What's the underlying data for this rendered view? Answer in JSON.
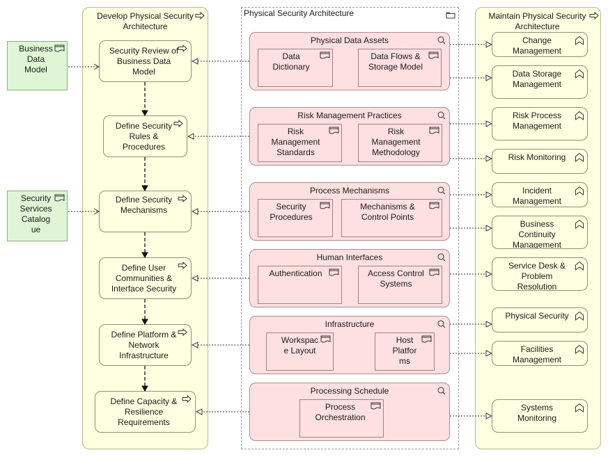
{
  "lanes": {
    "develop": {
      "title": "Develop Physical Security Architecture"
    },
    "maintain": {
      "title": "Maintain Physical Security Architecture"
    }
  },
  "group": {
    "title": "Physical Security Architecture"
  },
  "externals": {
    "business_data_model": "Business Data Model",
    "security_services_catalogue": "Security Services Catalog ue"
  },
  "processes": [
    {
      "id": "p1",
      "label": "Security Review of Business Data Model"
    },
    {
      "id": "p2",
      "label": "Define Security Rules & Procedures"
    },
    {
      "id": "p3",
      "label": "Define Security Mechanisms"
    },
    {
      "id": "p4",
      "label": "Define User Communities & Interface Security"
    },
    {
      "id": "p5",
      "label": "Define Platform & Network Infrastructure"
    },
    {
      "id": "p6",
      "label": "Define Capacity & Resilience Requirements"
    }
  ],
  "clusters": [
    {
      "id": "c1",
      "title": "Physical Data Assets",
      "items": [
        "Data Dictionary",
        "Data Flows & Storage Model"
      ]
    },
    {
      "id": "c2",
      "title": "Risk Management Practices",
      "items": [
        "Risk Management Standards",
        "Risk Management Methodology"
      ]
    },
    {
      "id": "c3",
      "title": "Process Mechanisms",
      "items": [
        "Security Procedures",
        "Mechanisms & Control Points"
      ]
    },
    {
      "id": "c4",
      "title": "Human Interfaces",
      "items": [
        "Authentication",
        "Access Control Systems"
      ]
    },
    {
      "id": "c5",
      "title": "Infrastructure",
      "items": [
        "Workspac e Layout",
        "Host Platfor ms"
      ]
    },
    {
      "id": "c6",
      "title": "Processing Schedule",
      "items": [
        "Process Orchestration"
      ]
    }
  ],
  "services": [
    "Change Management",
    "Data Storage Management",
    "Risk Process Management",
    "Risk Monitoring",
    "Incident Management",
    "Business Continuity Management",
    "Service Desk & Problem Resolution",
    "Physical Security",
    "Facilities Management",
    "Systems Monitoring"
  ],
  "colors": {
    "lane_fill": "#ffffe1",
    "cluster_fill": "#ffe0e0",
    "external_fill": "#dff5d5",
    "line": "#333333"
  }
}
